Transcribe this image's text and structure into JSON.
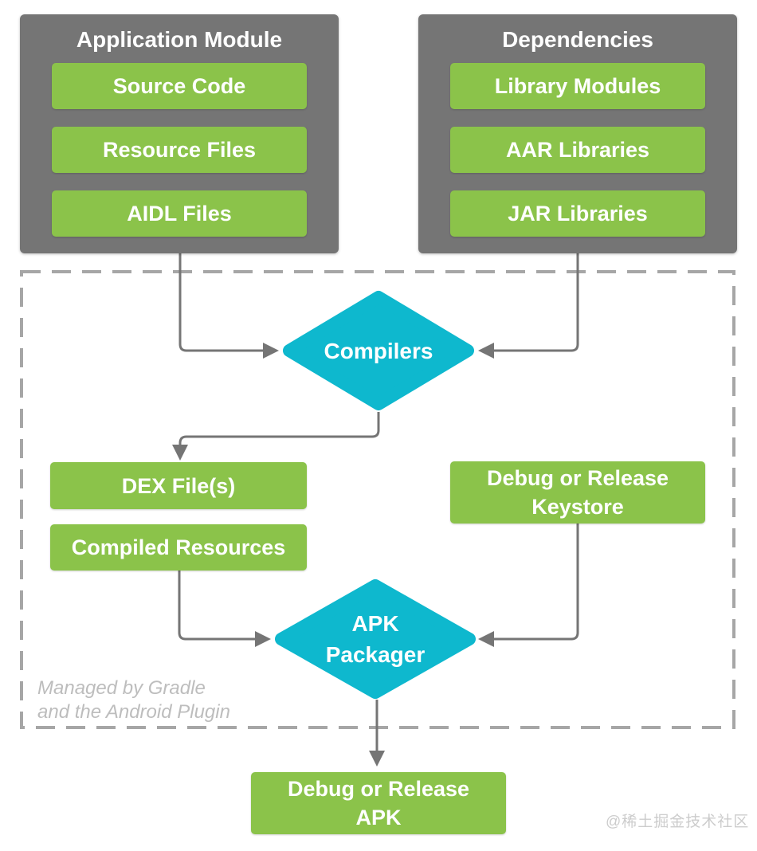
{
  "colors": {
    "green": "#8BC34A",
    "panel_gray": "#757575",
    "cyan": "#0EB8CE",
    "connector": "#757575",
    "dashed_border": "#A6A6A6",
    "note_text": "#BDBDBD",
    "watermark": "#CCCCCC"
  },
  "panels": [
    {
      "title": "Application Module",
      "items": [
        "Source Code",
        "Resource Files",
        "AIDL Files"
      ]
    },
    {
      "title": "Dependencies",
      "items": [
        "Library Modules",
        "AAR Libraries",
        "JAR Libraries"
      ]
    }
  ],
  "process": {
    "compilers": "Compilers",
    "apk_packager": {
      "lines": [
        "APK",
        "Packager"
      ]
    }
  },
  "artifacts": {
    "dex": "DEX File(s)",
    "compiled_resources": "Compiled Resources",
    "keystore": {
      "lines": [
        "Debug or Release",
        "Keystore"
      ]
    },
    "apk": {
      "lines": [
        "Debug or Release",
        "APK"
      ]
    }
  },
  "note": {
    "line1": "Managed by Gradle",
    "line2": "and the Android Plugin"
  },
  "watermark": "@稀土掘金技术社区"
}
